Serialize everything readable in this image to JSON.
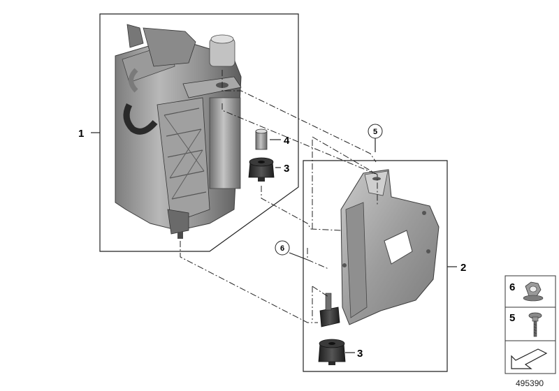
{
  "callouts": {
    "part_1": "1",
    "part_2": "2",
    "part_3_upper": "3",
    "part_3_lower": "3",
    "part_4": "4",
    "part_5_circle": "5",
    "part_6_circle": "6"
  },
  "legend": {
    "item_6": "6",
    "item_5": "5"
  },
  "diagram_number": "495390",
  "colors": {
    "line": "#222222",
    "part_light": "#b9b9b9",
    "part_mid": "#8f8f8f",
    "part_dark": "#4a4a4a",
    "rubber": "#2b2b2b"
  }
}
